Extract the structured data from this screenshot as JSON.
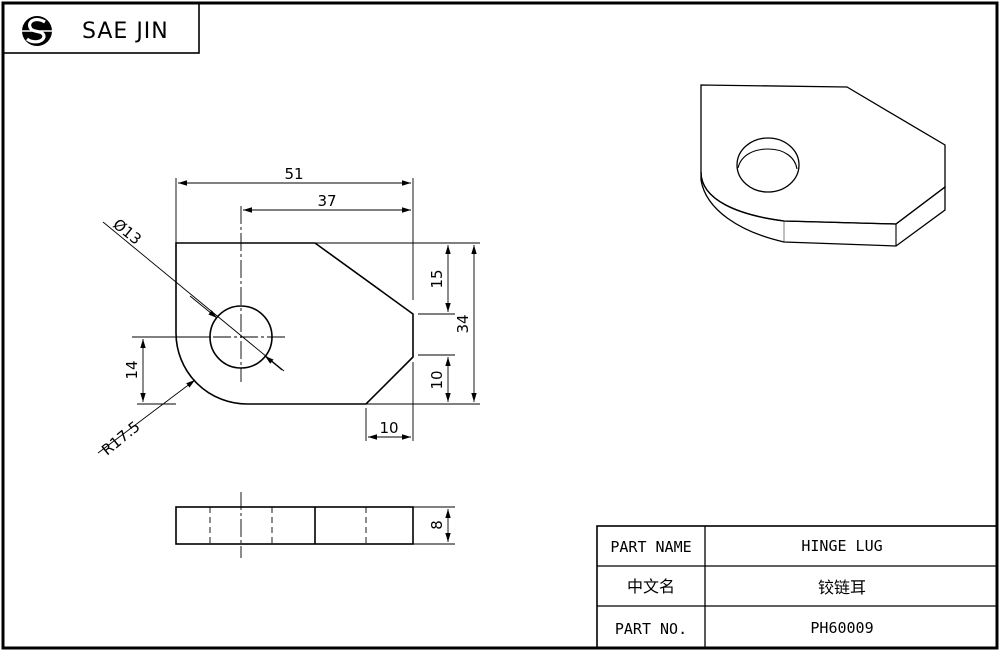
{
  "brand": {
    "name": "SAE JIN",
    "logo_icon": "sj-logo-icon"
  },
  "dimensions": {
    "overall_width": "51",
    "hole_center_to_right": "37",
    "hole_diameter": "Ø13",
    "top_flat": "15",
    "overall_height": "34",
    "hole_center_height": "14",
    "lower_flat": "10",
    "corner_radius": "R17.5",
    "chamfer_width": "10",
    "thickness": "8"
  },
  "title_block": {
    "rows": [
      {
        "label": "PART NAME",
        "value": "HINGE LUG"
      },
      {
        "label": "中文名",
        "value": "铰链耳"
      },
      {
        "label": "PART NO.",
        "value": "PH60009"
      }
    ]
  }
}
